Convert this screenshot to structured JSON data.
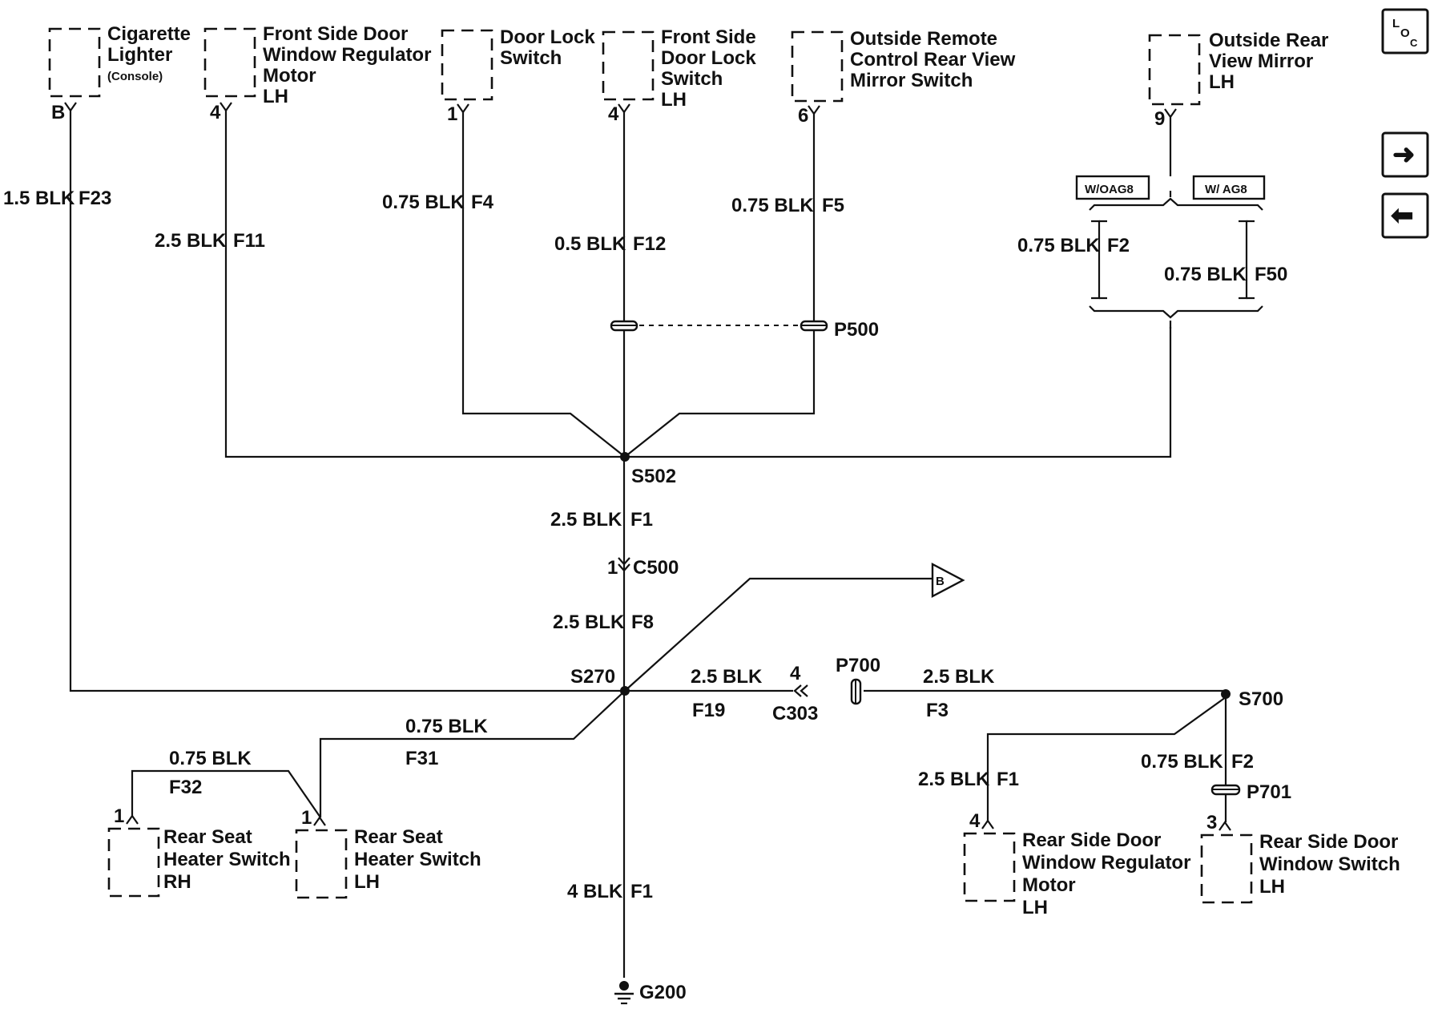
{
  "components": {
    "lighter": {
      "l1": "Cigarette",
      "l2": "Lighter",
      "l3": "(Console)",
      "pin": "B"
    },
    "fsd_window_motor": {
      "l1": "Front Side Door",
      "l2": "Window Regulator",
      "l3": "Motor",
      "l4": "LH",
      "pin": "4"
    },
    "door_lock_switch": {
      "l1": "Door Lock",
      "l2": "Switch",
      "pin": "1"
    },
    "fsd_lock_switch": {
      "l1": "Front Side",
      "l2": "Door Lock",
      "l3": "Switch",
      "l4": "LH",
      "pin": "4"
    },
    "mirror_switch": {
      "l1": "Outside Remote",
      "l2": "Control Rear View",
      "l3": "Mirror Switch",
      "pin": "6"
    },
    "outside_mirror": {
      "l1": "Outside Rear",
      "l2": "View Mirror",
      "l3": "LH",
      "pin": "9"
    },
    "rs_heater_rh": {
      "l1": "Rear Seat",
      "l2": "Heater Switch",
      "l3": "RH",
      "pin": "1"
    },
    "rs_heater_lh": {
      "l1": "Rear Seat",
      "l2": "Heater  Switch",
      "l3": "LH",
      "pin": "1"
    },
    "rsd_window_motor": {
      "l1": "Rear Side Door",
      "l2": "Window Regulator",
      "l3": "Motor",
      "l4": "LH",
      "pin": "4"
    },
    "rsd_window_switch": {
      "l1": "Rear Side Door",
      "l2": "Window Switch",
      "l3": "LH",
      "pin": "3"
    }
  },
  "wires": {
    "f23": {
      "spec": "1.5 BLK",
      "circuit": "F23"
    },
    "f11": {
      "spec": "2.5 BLK",
      "circuit": "F11"
    },
    "f4": {
      "spec": "0.75 BLK",
      "circuit": "F4"
    },
    "f12": {
      "spec": "0.5 BLK",
      "circuit": "F12"
    },
    "f5": {
      "spec": "0.75 BLK",
      "circuit": "F5"
    },
    "f2_mirror": {
      "spec": "0.75 BLK",
      "circuit": "F2"
    },
    "f50": {
      "spec": "0.75 BLK",
      "circuit": "F50"
    },
    "f1_upper": {
      "spec": "2.5 BLK",
      "circuit": "F1"
    },
    "f8": {
      "spec": "2.5 BLK",
      "circuit": "F8"
    },
    "f19": {
      "spec": "2.5 BLK",
      "circuit": "F19"
    },
    "f3": {
      "spec": "2.5 BLK",
      "circuit": "F3"
    },
    "f31": {
      "spec": "0.75 BLK",
      "circuit": "F31"
    },
    "f32": {
      "spec": "0.75 BLK",
      "circuit": "F32"
    },
    "f1_rear": {
      "spec": "2.5 BLK",
      "circuit": "F1"
    },
    "f2_rear": {
      "spec": "0.75 BLK",
      "circuit": "F2"
    },
    "f1_ground": {
      "spec": "4 BLK",
      "circuit": "F1"
    }
  },
  "options": {
    "without": "W/OAG8",
    "with": "W/ AG8"
  },
  "splices": {
    "s502": "S502",
    "s270": "S270",
    "s700": "S700"
  },
  "connectors": {
    "p500": "P500",
    "c500": {
      "pin": "1",
      "name": "C500"
    },
    "p700": "P700",
    "c303": {
      "pin": "4",
      "name": "C303"
    },
    "p701": "P701"
  },
  "ground": "G200",
  "offpage": {
    "label": "B"
  },
  "nav": {
    "loc": {
      "l": "L",
      "o": "O",
      "c": "C",
      "icon": "location-icon"
    },
    "next": {
      "glyph": "➜",
      "icon": "arrow-right-icon"
    },
    "prev": {
      "glyph": "⬅",
      "icon": "arrow-left-icon"
    }
  }
}
